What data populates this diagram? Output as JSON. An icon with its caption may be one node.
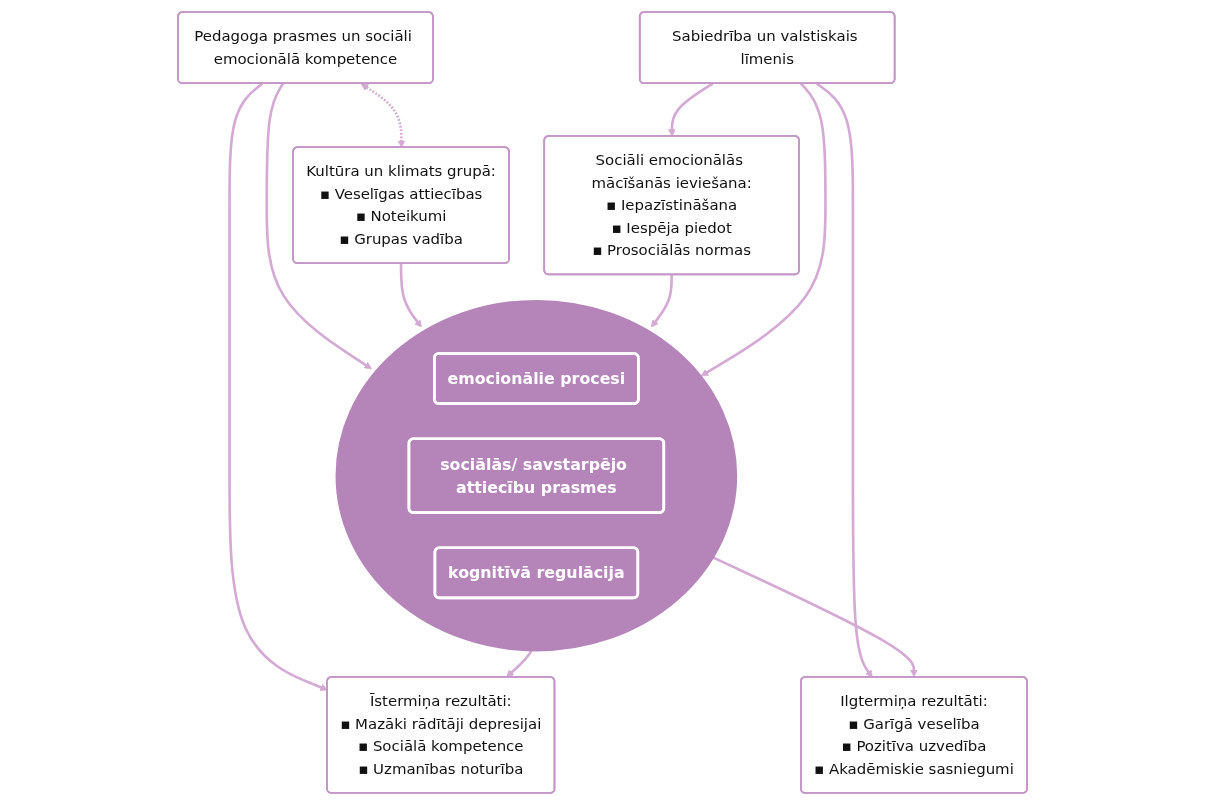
{
  "diagram": {
    "nodes": [
      {
        "text": [
          "Pedagoga prasmes un sociāli emocionālā kompetence"
        ]
      },
      {
        "text": [
          "Kultūra un klimats grupā:",
          "▪ Veselīgas attiecības",
          "▪ Noteikumi",
          "▪ Grupas vadība"
        ]
      },
      {
        "text": [
          "Sociāli emocionālās mācīšanās ieviešana:",
          "▪ Iepazīstināšana",
          "▪ Iespēja piedot",
          "▪ Prosociālās normas"
        ]
      },
      {
        "text": [],
        "shape": "circle"
      },
      {
        "text": [
          "emocionālie procesi"
        ],
        "in": 3
      },
      {
        "text": [
          "sociālās/ savstarpējo attiecību prasmes"
        ],
        "in": 3
      },
      {
        "text": [
          "kognitīvā regulācija"
        ],
        "in": 3
      },
      {
        "text": [
          "Īstermiņa rezultāti:",
          "▪ Mazāki rādītāji depresijai",
          "▪ Sociālā kompetence",
          "▪ Uzmanības noturība"
        ]
      },
      {
        "text": [
          "Ilgtermiņa rezultāti:",
          "▪ Garīgā veselība",
          "▪ Pozitīva uzvedība",
          "▪ Akadēmiskie sasniegumi"
        ]
      },
      {
        "text": [
          "Sabiedrība un valstiskais līmenis"
        ]
      }
    ],
    "edges": [
      {
        "from": 0,
        "to": 1,
        "arrow": "both",
        "style": "dashed"
      },
      {
        "from": 0,
        "to": 3,
        "arrow": "to"
      },
      {
        "from": 0,
        "to": 7,
        "arrow": "to"
      },
      {
        "from": 1,
        "to": 3,
        "arrow": "to"
      },
      {
        "from": 2,
        "to": 3,
        "arrow": "to"
      },
      {
        "from": 3,
        "to": 7,
        "arrow": "to"
      },
      {
        "from": 3,
        "to": 8,
        "arrow": "to"
      },
      {
        "from": 9,
        "to": 2,
        "arrow": "to"
      },
      {
        "from": 9,
        "to": 3,
        "arrow": "to"
      },
      {
        "from": 9,
        "to": 8,
        "arrow": "to"
      }
    ]
  }
}
